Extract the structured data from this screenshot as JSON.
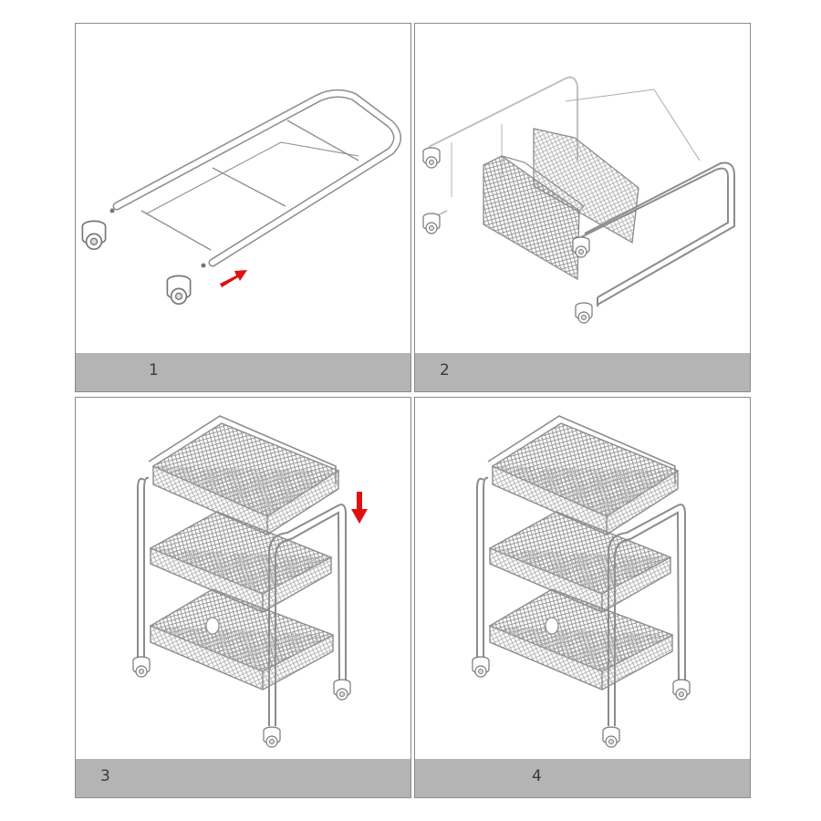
{
  "steps": [
    {
      "number": "1",
      "description_icon": "frame-caster-arrow-icon"
    },
    {
      "number": "2",
      "description_icon": "baskets-frame-icon"
    },
    {
      "number": "3",
      "description_icon": "cart-down-arrow-icon"
    },
    {
      "number": "4",
      "description_icon": "cart-complete-icon"
    }
  ],
  "colors": {
    "line": "#8c8c8c",
    "arrow": "#e01010",
    "bar": "#b4b4b4",
    "border": "#8a8a8a"
  }
}
